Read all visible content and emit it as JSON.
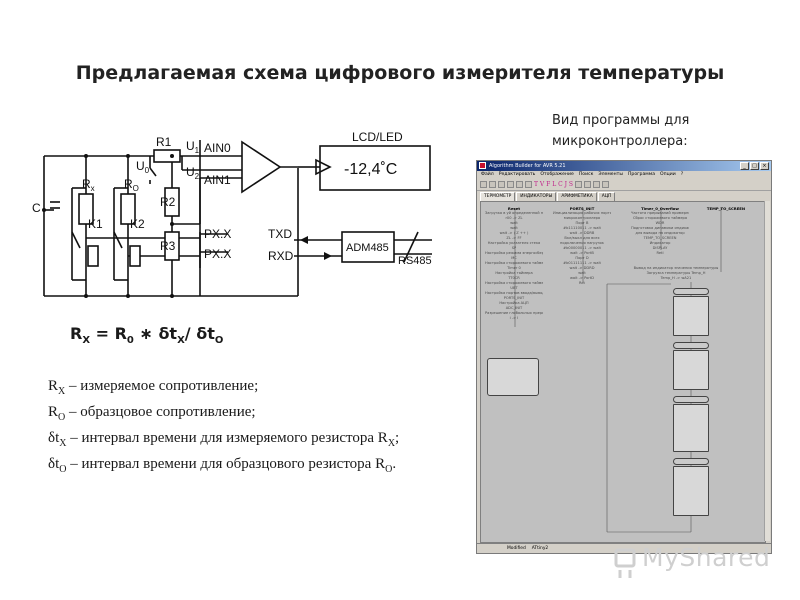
{
  "page": {
    "title": "Предлагаемая схема цифрового измерителя температуры",
    "caption_lines": [
      "Вид программы для",
      "микроконтроллера:"
    ],
    "watermark": "MyShared"
  },
  "circuit": {
    "labels": {
      "r1": "R1",
      "u1": "U",
      "u1_sub": "1",
      "u0": "U",
      "u0_sub": "0",
      "u2": "U",
      "u2_sub": "2",
      "ain0": "AIN0",
      "ain1": "AIN1",
      "r2": "R2",
      "r3": "R3",
      "c": "C",
      "rx": "R",
      "rx_sub": "x",
      "ro": "R",
      "ro_sub": "O",
      "k1": "K1",
      "k2": "K2",
      "pxx1": "PX.X",
      "pxx2": "PX.X",
      "txd": "TXD",
      "rxd": "RXD",
      "adm": "ADM485",
      "rs485": "RS485",
      "lcd": "LCD/LED",
      "display": "-12,4˚C"
    }
  },
  "formula": {
    "rx": "R",
    "rx_sub": "X",
    "eq": " = R",
    "r0_sub": "0",
    "mul": " ∗ δt",
    "tx_sub": "X",
    "div": "/ δt",
    "to_sub": "O"
  },
  "definitions": [
    {
      "sym": "R",
      "sub": "X",
      "text": " – измеряемое сопротивление;"
    },
    {
      "sym": "R",
      "sub": "O",
      "text": " – образцовое сопротивление;"
    },
    {
      "sym": "δt",
      "sub": "X",
      "text": " – интервал времени для измеряемого резистора R",
      "sub2": "X",
      "tail": ";"
    },
    {
      "sym": "δt",
      "sub": "O",
      "text": " – интервал времени для образцового резистора R",
      "sub2": "O",
      "tail": "."
    }
  ],
  "app": {
    "title": "Algorithm Builder for AVR 5.21",
    "menu": [
      "Файл",
      "Редактировать",
      "Отображение",
      "Поиск",
      "Элементы",
      "Программа",
      "Опции",
      "?"
    ],
    "toolbar_letters": "T V F L C J S",
    "tabs": [
      "ТЕРМОМЕТР",
      "ИНДИКАТОРЫ",
      "АРИФМЕТИКА",
      "АЦП"
    ],
    "status": [
      "Modified",
      "ATtiny2"
    ],
    "col1": {
      "header": "Reset",
      "lines": [
        "Загрузка в уй определенной памяти",
        "r00 -> ZL",
        "wait",
        "wait",
        "wait -> ( Z ++ )",
        "ZL -> FF",
        "Настройка указателя стека",
        "SP",
        "Настройка режима энергосбережения",
        "MC",
        "Настройка сторожевого таймера",
        "Timer 0",
        "Настройка таймера",
        "TT0CR",
        "Настройка сторожевого таймера",
        "UBT",
        "Настройка портов ввода/вывода",
        "PORTS_INIT",
        "Настройка АЦП",
        "ADC_INIT",
        "Разрешение глобальных прерываний",
        "i -> I"
      ]
    },
    "col2": {
      "header": "PORTS_INIT",
      "lines": [
        "Инициализация рабочих портов",
        "микроконтроллера",
        "Порт B",
        "#b11110011 -> wait",
        "wait -> DDRB",
        "Вкл/выкл для всех",
        "подключения нагрузок",
        "#b00000011 -> wait",
        "wait -> PortB",
        "Порт D",
        "#b01111111 -> wait",
        "wait -> DDRD",
        "wait",
        "wait -> PortD",
        "Ret"
      ]
    },
    "col3": {
      "header": "Timer_0_Overflow",
      "lines": [
        "Частота прерываний примерно 300Гц",
        "Сброс сторожевого таймера",
        "WDR",
        "Подготовка динамики индикации",
        "для вывода на индикатор",
        "TEMP_TO_SCREEN",
        "Индикатор",
        "DISPLAY",
        "RetI"
      ]
    },
    "col4": {
      "header": "TEMP_TO_SCREEN",
      "lines": [
        "Вывод на индикатор значения температуры",
        "Загрузка температуры Temp_H",
        "Temp_H -> wA21"
      ]
    }
  }
}
